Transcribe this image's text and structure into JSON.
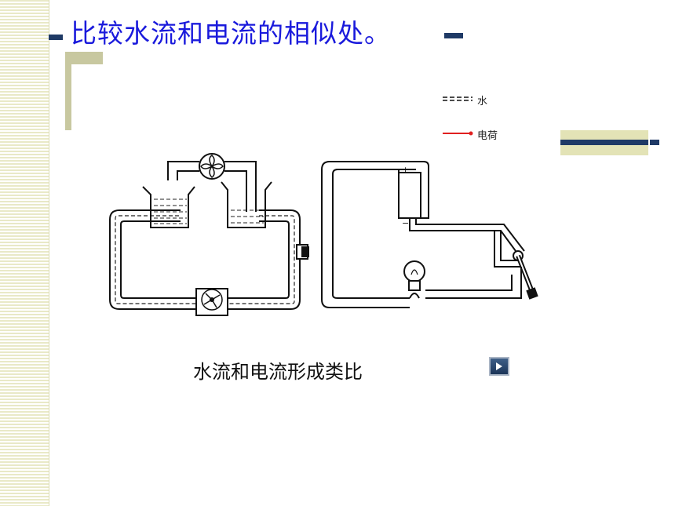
{
  "slide": {
    "title": "比较水流和电流的相似处。",
    "caption": "水流和电流形成类比"
  },
  "legend": {
    "water_label": "水",
    "charge_label": "电荷"
  },
  "battery": {
    "plus": "+",
    "minus": "−"
  },
  "icons": {
    "play": "play-icon",
    "turbine": "turbine-icon",
    "pump": "pump-icon",
    "valve": "valve-icon",
    "bulb": "light-bulb-icon",
    "switch": "switch-icon",
    "battery": "battery-icon"
  },
  "colors": {
    "title": "#1a1adc",
    "accent_bar": "#1f3a66",
    "deco_olive": "#c8c8a0",
    "charge_arrow": "#e02020",
    "play_button": "#2e4a72"
  }
}
